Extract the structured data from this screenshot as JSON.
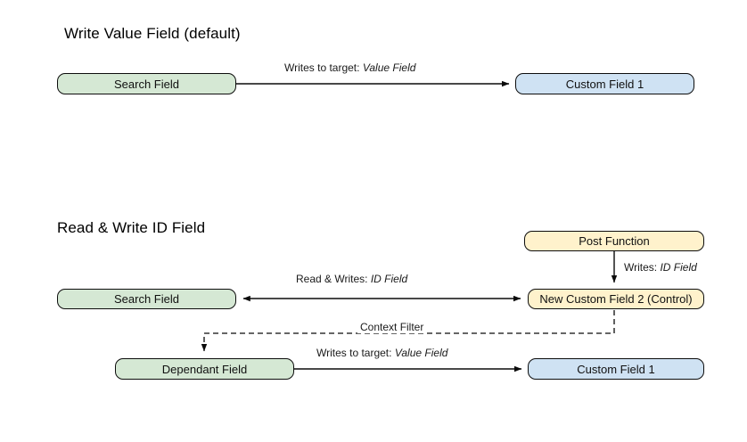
{
  "diagram": {
    "background_color": "#ffffff",
    "sections": [
      {
        "id": "section-1",
        "title": "Write Value Field (default)"
      },
      {
        "id": "section-2",
        "title": "Read & Write ID Field"
      }
    ],
    "palette": {
      "green_fill": "#d5e8d4",
      "blue_fill": "#cfe2f3",
      "orange_fill": "#fff2cc",
      "stroke": "#0b0b0b",
      "text": "#101010"
    },
    "nodes": [
      {
        "id": "search-field-1",
        "label": "Search Field",
        "color": "green"
      },
      {
        "id": "custom-field-1-top",
        "label": "Custom Field 1",
        "color": "blue"
      },
      {
        "id": "post-function",
        "label": "Post Function",
        "color": "orange"
      },
      {
        "id": "new-custom-field-2",
        "label": "New Custom Field 2 (Control)",
        "color": "orange"
      },
      {
        "id": "search-field-2",
        "label": "Search Field",
        "color": "green"
      },
      {
        "id": "dependant-field",
        "label": "Dependant Field",
        "color": "green"
      },
      {
        "id": "custom-field-1-bot",
        "label": "Custom Field 1",
        "color": "blue"
      }
    ],
    "edges": [
      {
        "id": "edge-search-to-custom-top",
        "from": "search-field-1",
        "to": "custom-field-1-top",
        "style": "solid",
        "arrows": "end",
        "label_prefix": "Writes to target: ",
        "label_emphasis": "Value Field"
      },
      {
        "id": "edge-post-function-to-control",
        "from": "post-function",
        "to": "new-custom-field-2",
        "style": "solid",
        "arrows": "end",
        "label_prefix": "Writes: ",
        "label_emphasis": "ID Field"
      },
      {
        "id": "edge-control-to-search-2",
        "from": "new-custom-field-2",
        "to": "search-field-2",
        "style": "solid",
        "arrows": "both",
        "label_prefix": "Read & Writes: ",
        "label_emphasis": "ID Field"
      },
      {
        "id": "edge-context-filter",
        "from": "new-custom-field-2",
        "to": "dependant-field",
        "style": "dashed",
        "arrows": "end",
        "label_prefix": "Context Filter",
        "label_emphasis": ""
      },
      {
        "id": "edge-dependant-to-custom-bot",
        "from": "dependant-field",
        "to": "custom-field-1-bot",
        "style": "solid",
        "arrows": "end",
        "label_prefix": "Writes to target: ",
        "label_emphasis": "Value Field"
      }
    ]
  }
}
